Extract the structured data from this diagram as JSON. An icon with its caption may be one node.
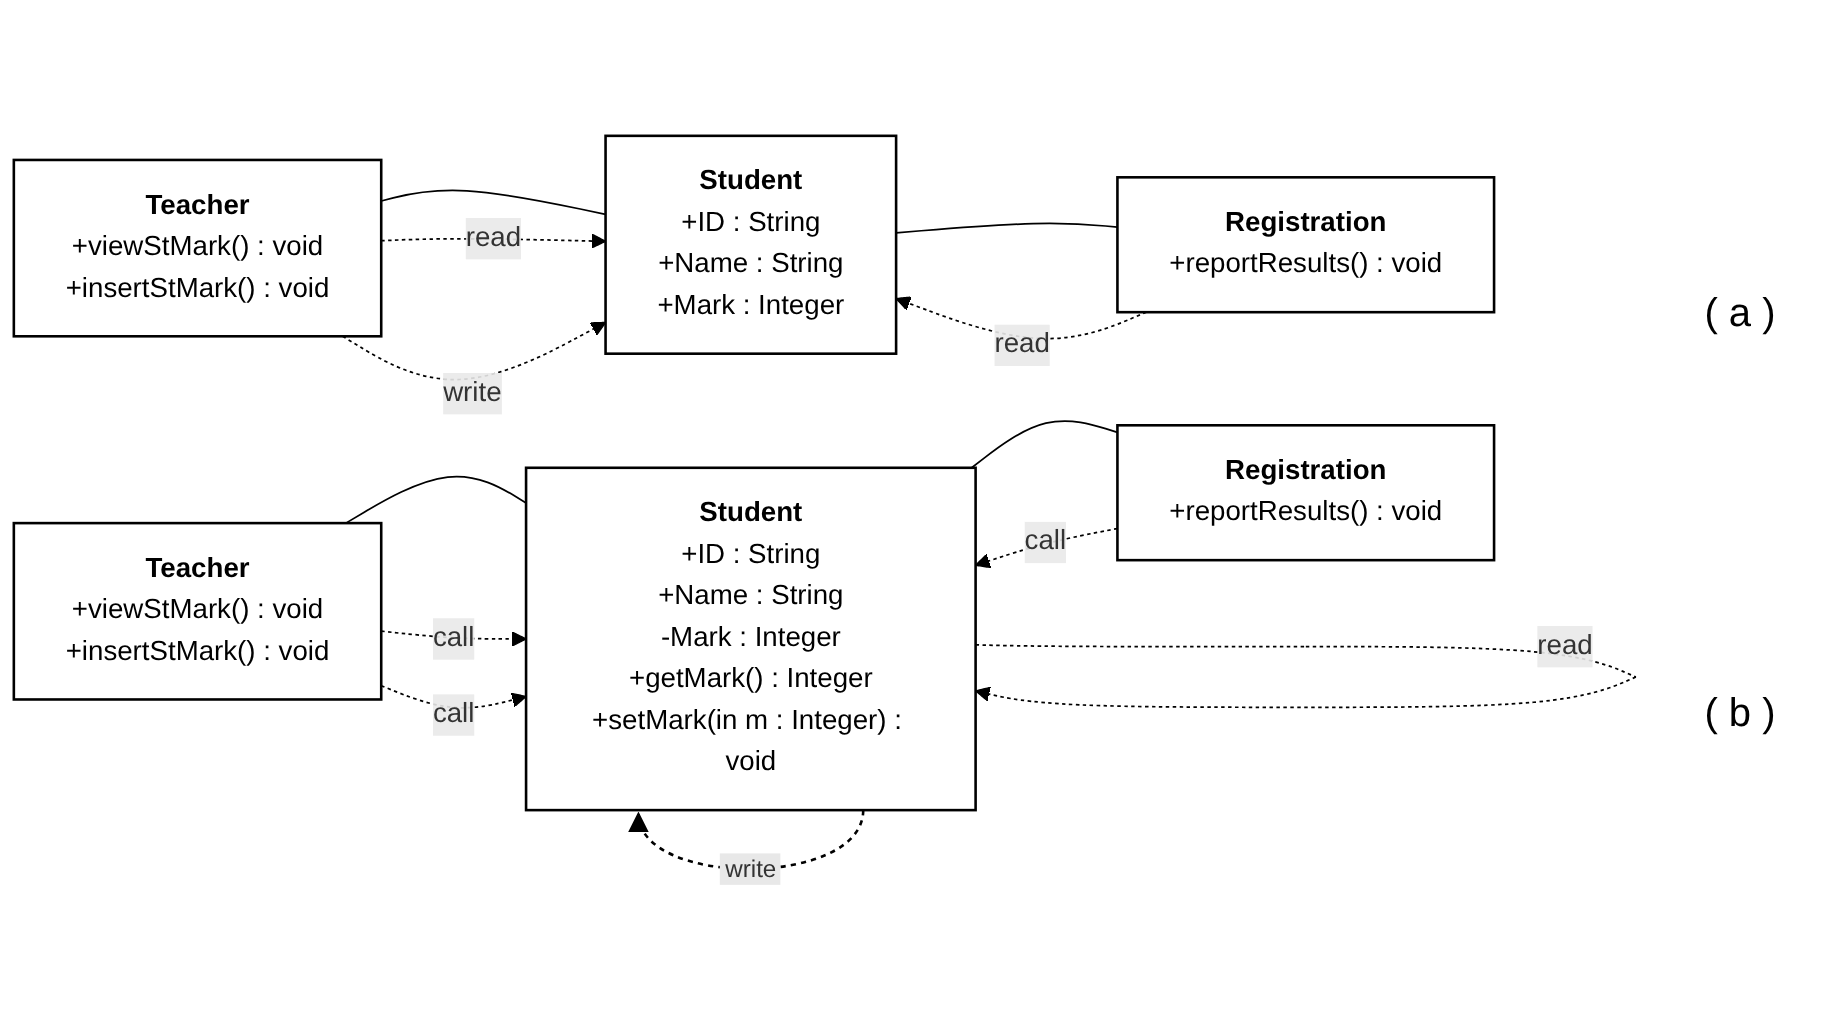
{
  "diagram": {
    "nodes": [
      {
        "text": [
          "Teacher",
          "+viewStMark() : void",
          "+insertStMark() : void"
        ]
      },
      {
        "text": [
          "Student",
          "+ID : String",
          "+Name : String",
          "+Mark : Integer"
        ]
      },
      {
        "text": [
          "Registration",
          "+reportResults() : void"
        ]
      },
      {
        "text": [
          "Teacher",
          "+viewStMark() : void",
          "+insertStMark() : void"
        ]
      },
      {
        "text": [
          "Student",
          "+ID : String",
          "+Name : String",
          "-Mark : Integer",
          "+getMark() : Integer",
          "+setMark(in m : Integer) : void"
        ]
      },
      {
        "text": [
          "Registration",
          "+reportResults() : void"
        ]
      }
    ],
    "edges": [
      {
        "from": 0,
        "to": 1,
        "arrow": "none"
      },
      {
        "from": 1,
        "to": 2,
        "arrow": "none"
      },
      {
        "from": 0,
        "to": 1,
        "arrow": "to",
        "label": "read",
        "style": "dashed"
      },
      {
        "from": 0,
        "to": 1,
        "arrow": "to",
        "label": "write",
        "style": "dashed"
      },
      {
        "from": 2,
        "to": 1,
        "arrow": "to",
        "label": "read",
        "style": "dashed"
      },
      {
        "from": 3,
        "to": 4,
        "arrow": "none"
      },
      {
        "from": 4,
        "to": 5,
        "arrow": "none"
      },
      {
        "from": 3,
        "to": 4,
        "arrow": "to",
        "label": "call",
        "style": "dashed"
      },
      {
        "from": 3,
        "to": 4,
        "arrow": "to",
        "label": "call",
        "style": "dashed"
      },
      {
        "from": 4,
        "to": 4,
        "arrow": "to",
        "label": "read",
        "style": "dashed"
      },
      {
        "from": 4,
        "to": 4,
        "arrow": "to",
        "label": "write",
        "style": "dashed"
      },
      {
        "from": 5,
        "to": 4,
        "arrow": "to",
        "label": "call",
        "style": "dashed"
      }
    ],
    "labels": [
      "( a )",
      "( b )"
    ]
  }
}
